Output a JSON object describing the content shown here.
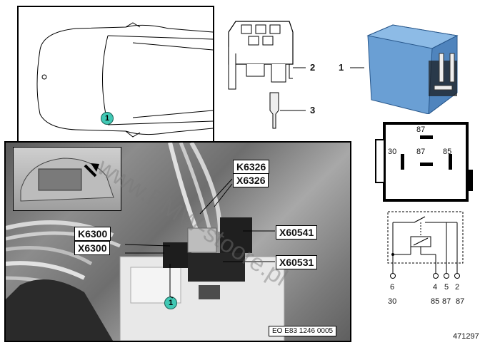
{
  "car_panel": {
    "marker": "1"
  },
  "photo_panel": {
    "marker": "1",
    "labels": {
      "k6326_a": "K6326",
      "k6326_b": "X6326",
      "k6300_a": "K6300",
      "k6300_b": "X6300",
      "x60541": "X60541",
      "x60531": "X60531"
    },
    "caption": "EO E83 1246 0005"
  },
  "parts": {
    "relay": "1",
    "socket": "2",
    "terminal": "3"
  },
  "relay_top_diagram": {
    "pins": {
      "top": "87",
      "left": "30",
      "center": "87",
      "right": "85"
    }
  },
  "schematic": {
    "pin_numbers": [
      "6",
      "4",
      "5",
      "2"
    ],
    "terminal_labels": [
      "30",
      "85",
      "87",
      "87"
    ]
  },
  "image_number": "471297",
  "watermark": "www.BMW-stoore.pl",
  "colors": {
    "relay_blue": "#6a9fd4",
    "marker_teal": "#40c8b4"
  }
}
